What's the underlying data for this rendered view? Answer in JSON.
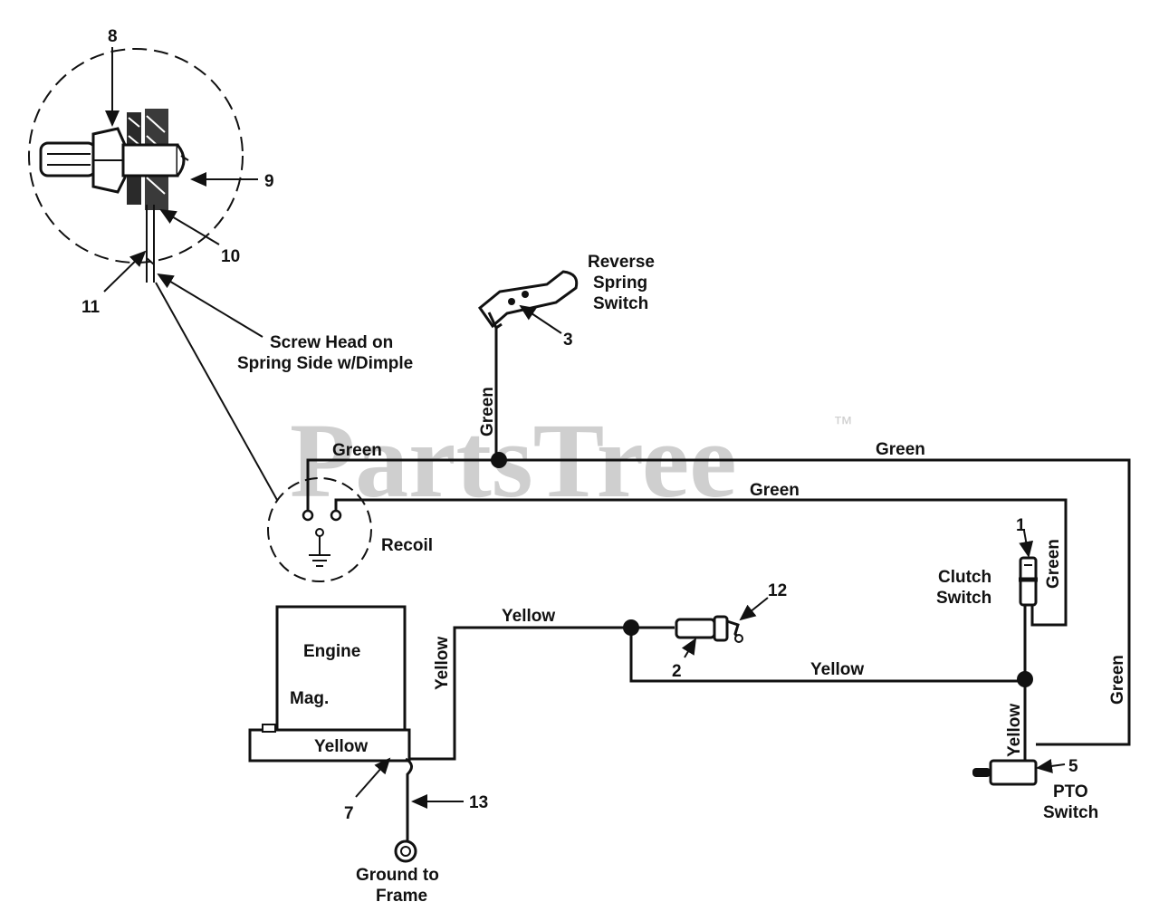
{
  "watermark": {
    "text": "PartsTree",
    "trademark": "™"
  },
  "wire_labels": {
    "green_switch_vertical": "Green",
    "green_top_left": "Green",
    "green_top_right": "Green",
    "green_middle": "Green",
    "green_clutch_loop": "Green",
    "green_right_vertical": "Green",
    "yellow_top": "Yellow",
    "yellow_left_vertical": "Yellow",
    "yellow_lower": "Yellow",
    "yellow_pto_vertical": "Yellow",
    "yellow_engine": "Yellow"
  },
  "components": {
    "reverse_spring_switch": [
      "Reverse",
      "Spring",
      "Switch"
    ],
    "recoil": "Recoil",
    "clutch_switch": [
      "Clutch",
      "Switch"
    ],
    "pto_switch": [
      "PTO",
      "Switch"
    ],
    "engine": [
      "Engine",
      "Mag."
    ],
    "ground": [
      "Ground to",
      "Frame"
    ],
    "screw_note": [
      "Screw Head on",
      "Spring Side w/Dimple"
    ]
  },
  "callouts": {
    "c1": "1",
    "c2": "2",
    "c3": "3",
    "c5": "5",
    "c7": "7",
    "c8": "8",
    "c9": "9",
    "c10": "10",
    "c11": "11",
    "c12": "12",
    "c13": "13"
  }
}
